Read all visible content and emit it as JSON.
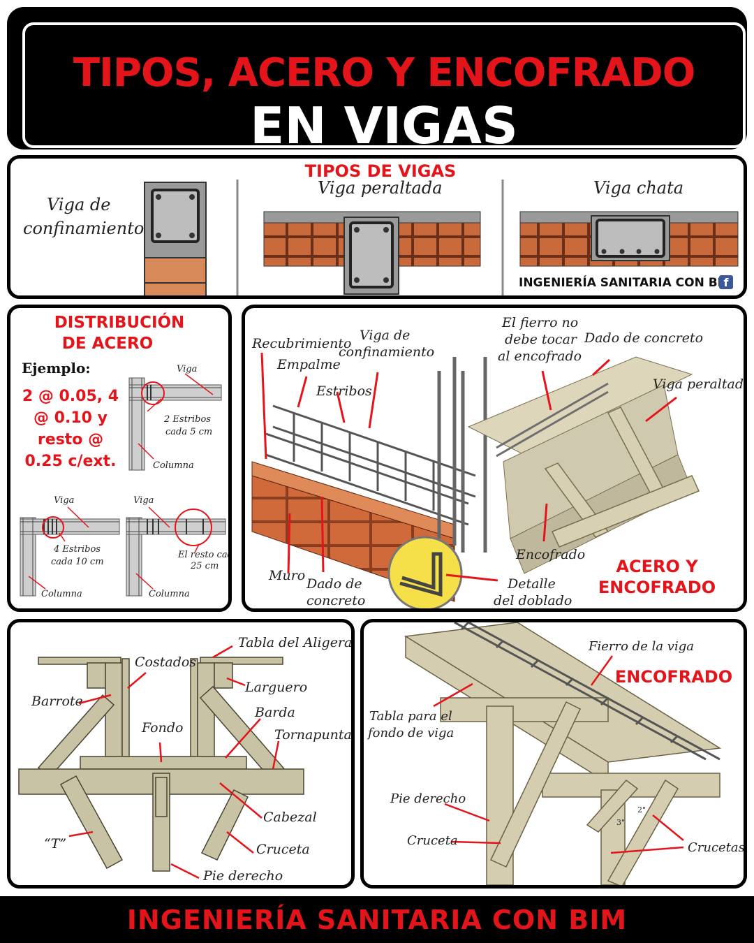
{
  "header": {
    "line1": "TIPOS, ACERO Y ENCOFRADO",
    "line2": "EN VIGAS"
  },
  "tipos": {
    "heading": "TIPOS DE VIGAS",
    "confinamiento_l1": "Viga de",
    "confinamiento_l2": "confinamiento",
    "peraltada": "Viga peraltada",
    "chata": "Viga chata",
    "brand": "INGENIERÍA SANITARIA CON BIM",
    "brand_icon": "facebook-icon"
  },
  "distribucion": {
    "heading_l1": "DISTRIBUCIÓN",
    "heading_l2": "DE ACERO",
    "ejemplo": "Ejemplo:",
    "spec_l1": "2 @ 0.05, 4",
    "spec_l2": "@ 0.10 y",
    "spec_l3": "resto @",
    "spec_l4": "0.25 c/ext.",
    "d1_viga": "Viga",
    "d1_note_l1": "2 Estribos",
    "d1_note_l2": "cada 5 cm",
    "d1_columna": "Columna",
    "d2_viga": "Viga",
    "d2_note_l1": "4 Estribos",
    "d2_note_l2": "cada 10 cm",
    "d2_columna": "Columna",
    "d3_viga": "Viga",
    "d3_note_l1": "El resto cada",
    "d3_note_l2": "25 cm",
    "d3_columna": "Columna"
  },
  "acero": {
    "recubrimiento": "Recubrimiento",
    "empalme": "Empalme",
    "viga_conf_l1": "Viga de",
    "viga_conf_l2": "confinamiento",
    "estribos": "Estribos",
    "fierro_l1": "El fierro no",
    "fierro_l2": "debe tocar",
    "fierro_l3": "al encofrado",
    "dado_top": "Dado de concreto",
    "viga_peraltada": "Viga peraltada",
    "encofrado": "Encofrado",
    "muro": "Muro",
    "dado_l1": "Dado de",
    "dado_l2": "concreto",
    "detalle_l1": "Detalle",
    "detalle_l2": "del doblado",
    "heading_l1": "ACERO Y",
    "heading_l2": "ENCOFRADO"
  },
  "encofrado_parts": {
    "tabla_aligerado": "Tabla del Aligerado",
    "costados": "Costados",
    "larguero": "Larguero",
    "barrote": "Barrote",
    "barda": "Barda",
    "fondo": "Fondo",
    "tornapunta": "Tornapunta",
    "cabezal": "Cabezal",
    "t": "“T”",
    "cruceta": "Cruceta",
    "pie_derecho": "Pie derecho"
  },
  "encofrado_3d": {
    "fierro_viga": "Fierro de la viga",
    "heading": "ENCOFRADO",
    "tabla_l1": "Tabla para el",
    "tabla_l2": "fondo de viga",
    "pie_derecho": "Pie derecho",
    "cruceta": "Cruceta",
    "crucetas": "Crucetas",
    "dim_2": "2\"",
    "dim_3": "3\""
  },
  "footer": {
    "text": "INGENIERÍA SANITARIA CON BIM"
  },
  "colors": {
    "accent": "#e4141b",
    "wood": "#cfc9b0",
    "brick": "#c96a3c",
    "steel": "#6e6e6e"
  }
}
